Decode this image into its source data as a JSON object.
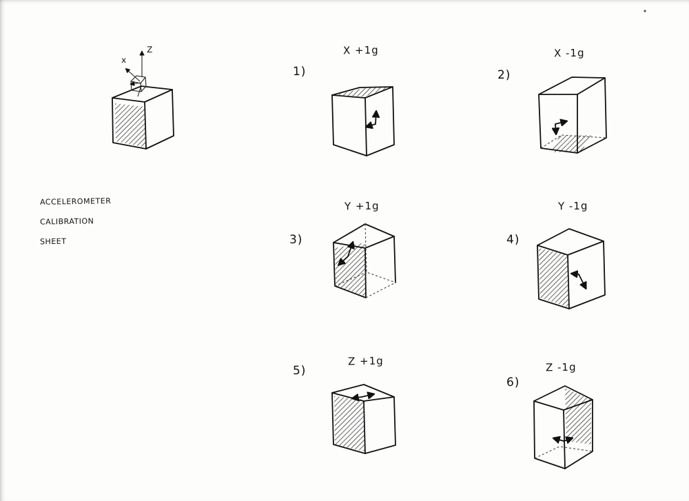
{
  "sheet": {
    "title_lines": [
      "ACCELEROMETER",
      "CALIBRATION",
      "SHEET"
    ],
    "reference": {
      "axis_x_label": "x",
      "axis_z_label": "Z"
    },
    "panels": [
      {
        "number": "1)",
        "label": "X +1g"
      },
      {
        "number": "2)",
        "label": "X -1g"
      },
      {
        "number": "3)",
        "label": "Y +1g"
      },
      {
        "number": "4)",
        "label": "Y -1g"
      },
      {
        "number": "5)",
        "label": "Z +1g"
      },
      {
        "number": "6)",
        "label": "Z -1g"
      }
    ]
  },
  "colors": {
    "ink": "#111111",
    "paper": "#fdfdfb"
  }
}
